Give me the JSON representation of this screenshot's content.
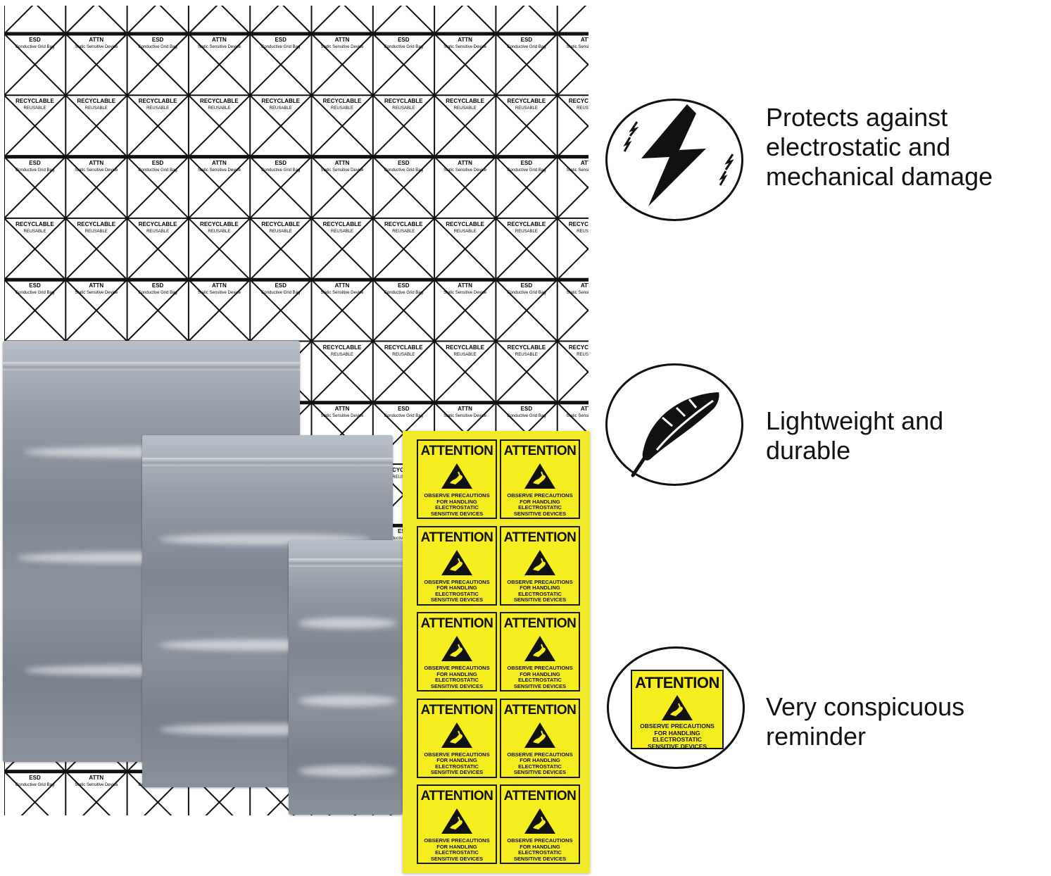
{
  "print": {
    "word_esd": "ESD",
    "word_attn": "ATTN",
    "word_conductive": "Conductive",
    "word_grid_bag": "Grid Bag",
    "word_static": "Static",
    "word_sensitive": "Sensitive",
    "word_device": "Device",
    "word_recyclable": "RECYCLABLE",
    "word_reusable": "REUSABLE"
  },
  "label": {
    "title": "ATTENTION",
    "line1": "OBSERVE PRECAUTIONS",
    "line2": "FOR HANDLING",
    "line3": "ELECTROSTATIC",
    "line4": "SENSITIVE DEVICES"
  },
  "features": [
    {
      "icon": "lightning-icon",
      "line1": "Protects against",
      "line2": "electrostatic and",
      "line3": "mechanical damage"
    },
    {
      "icon": "feather-icon",
      "line1": "Lightweight and",
      "line2": "durable",
      "line3": ""
    },
    {
      "icon": "attention-label-icon",
      "line1": "Very conspicuous",
      "line2": "reminder",
      "line3": ""
    }
  ],
  "colors": {
    "label_yellow": "#f7ee1f",
    "bag_gray": "#8a919c",
    "ink": "#111111"
  }
}
